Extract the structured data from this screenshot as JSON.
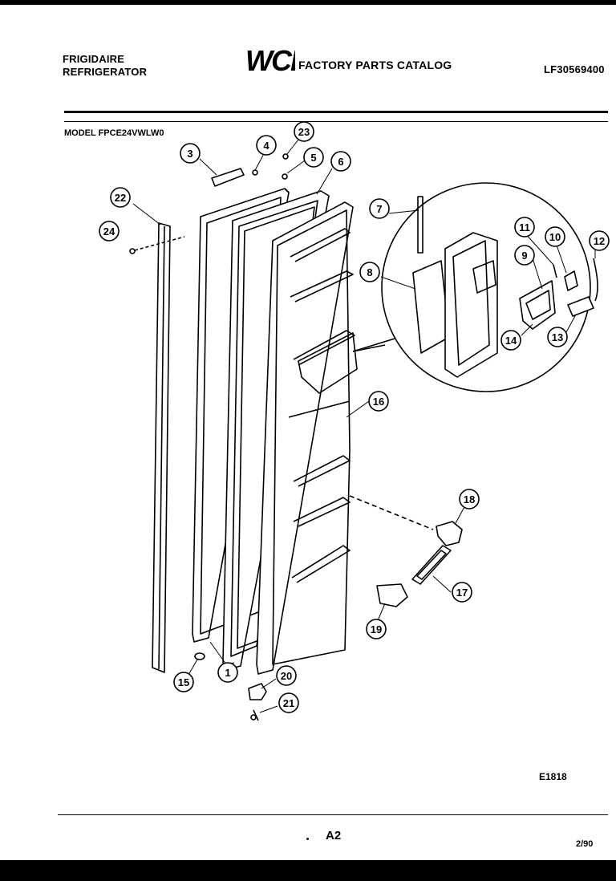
{
  "header": {
    "brand_line1": "FRIGIDAIRE",
    "brand_line2": "REFRIGERATOR",
    "logo_text": "WCI",
    "catalog_title": "FACTORY PARTS CATALOG",
    "catalog_id": "LF30569400"
  },
  "model": "MODEL FPCE24VWLW0",
  "callouts": [
    {
      "id": "3",
      "label": "3"
    },
    {
      "id": "4",
      "label": "4"
    },
    {
      "id": "23",
      "label": "23"
    },
    {
      "id": "5",
      "label": "5"
    },
    {
      "id": "6",
      "label": "6"
    },
    {
      "id": "22",
      "label": "22"
    },
    {
      "id": "24",
      "label": "24"
    },
    {
      "id": "7",
      "label": "7"
    },
    {
      "id": "11",
      "label": "11"
    },
    {
      "id": "10",
      "label": "10"
    },
    {
      "id": "12",
      "label": "12"
    },
    {
      "id": "9",
      "label": "9"
    },
    {
      "id": "8",
      "label": "8"
    },
    {
      "id": "14",
      "label": "14"
    },
    {
      "id": "13",
      "label": "13"
    },
    {
      "id": "16",
      "label": "16"
    },
    {
      "id": "18",
      "label": "18"
    },
    {
      "id": "17",
      "label": "17"
    },
    {
      "id": "19",
      "label": "19"
    },
    {
      "id": "15",
      "label": "15"
    },
    {
      "id": "1",
      "label": "1"
    },
    {
      "id": "20",
      "label": "20"
    },
    {
      "id": "21",
      "label": "21"
    }
  ],
  "footer": {
    "diagram_code": "E1818",
    "page": "A2",
    "date": "2/90"
  }
}
